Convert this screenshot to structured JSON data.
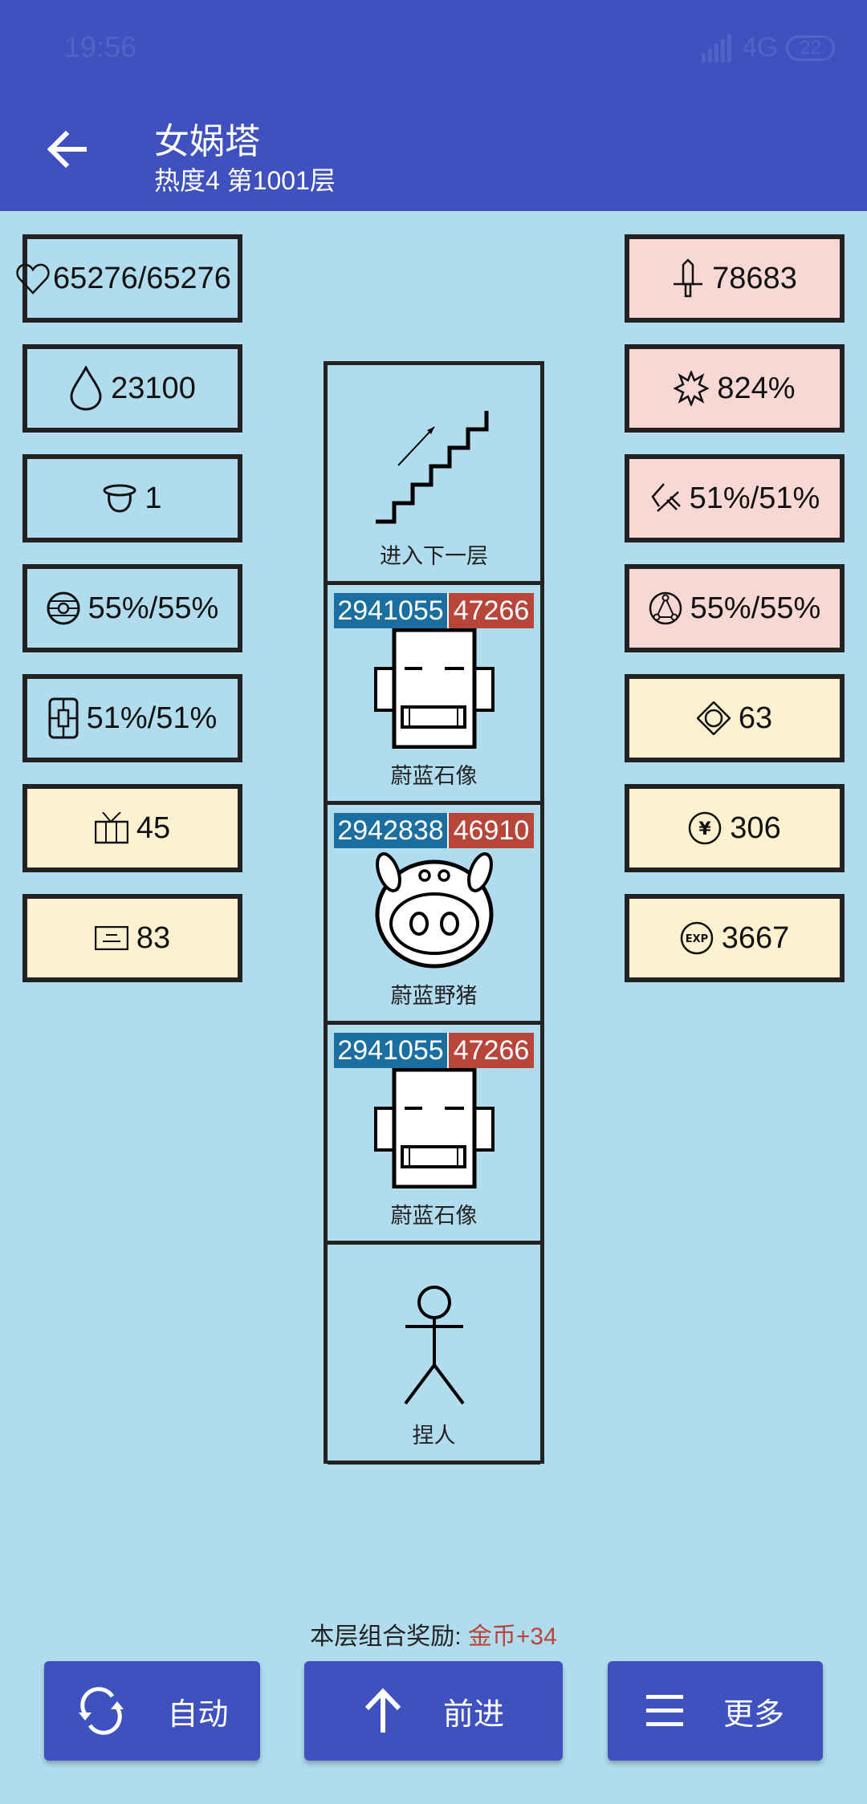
{
  "status_bar": {
    "time": "19:56",
    "network": "4G",
    "battery": "22"
  },
  "header": {
    "title": "女娲塔",
    "subtitle": "热度4 第1001层",
    "back_icon": "arrow-left-icon"
  },
  "left_stats": [
    {
      "icon": "heart-icon",
      "value": "65276/65276",
      "color": "blue"
    },
    {
      "icon": "water-drop-icon",
      "value": "23100",
      "color": "blue"
    },
    {
      "icon": "helmet-icon",
      "value": "1",
      "color": "blue"
    },
    {
      "icon": "dodge-disc-icon",
      "value": "55%/55%",
      "color": "blue"
    },
    {
      "icon": "armor-icon",
      "value": "51%/51%",
      "color": "blue"
    },
    {
      "icon": "gift-box-icon",
      "value": "45",
      "color": "cream"
    },
    {
      "icon": "scroll-icon",
      "value": "83",
      "color": "cream"
    }
  ],
  "right_stats": [
    {
      "icon": "sword-icon",
      "value": "78683",
      "color": "pink"
    },
    {
      "icon": "burst-star-icon",
      "value": "824%",
      "color": "pink"
    },
    {
      "icon": "pierce-icon",
      "value": "51%/51%",
      "color": "pink"
    },
    {
      "icon": "magic-circle-icon",
      "value": "55%/55%",
      "color": "pink"
    },
    {
      "icon": "gem-icon",
      "value": "63",
      "color": "cream"
    },
    {
      "icon": "yen-coin-icon",
      "value": "306",
      "color": "cream"
    },
    {
      "icon": "exp-icon",
      "value": "3667",
      "color": "cream"
    }
  ],
  "tower": [
    {
      "type": "stairs",
      "label": "进入下一层"
    },
    {
      "type": "monster",
      "sprite": "stone-statue",
      "label": "蔚蓝石像",
      "hp": "2941055",
      "atk": "47266"
    },
    {
      "type": "monster",
      "sprite": "wild-boar",
      "label": "蔚蓝野猪",
      "hp": "2942838",
      "atk": "46910"
    },
    {
      "type": "monster",
      "sprite": "stone-statue",
      "label": "蔚蓝石像",
      "hp": "2941055",
      "atk": "47266"
    },
    {
      "type": "player",
      "label": "捏人"
    }
  ],
  "reward": {
    "prefix": "本层组合奖励: ",
    "value": "金币+34",
    "value_color": "#b8453a"
  },
  "buttons": [
    {
      "icon": "refresh-icon",
      "label": "自动"
    },
    {
      "icon": "arrow-up-icon",
      "label": "前进"
    },
    {
      "icon": "menu-icon",
      "label": "更多"
    }
  ],
  "colors": {
    "header": "#3f51bf",
    "background": "#b0dcee",
    "hp_bar": "#1a6fa0",
    "atk_bar": "#b8453a",
    "pink_stat": "#f8d8d4",
    "cream_stat": "#fdf1d0"
  }
}
